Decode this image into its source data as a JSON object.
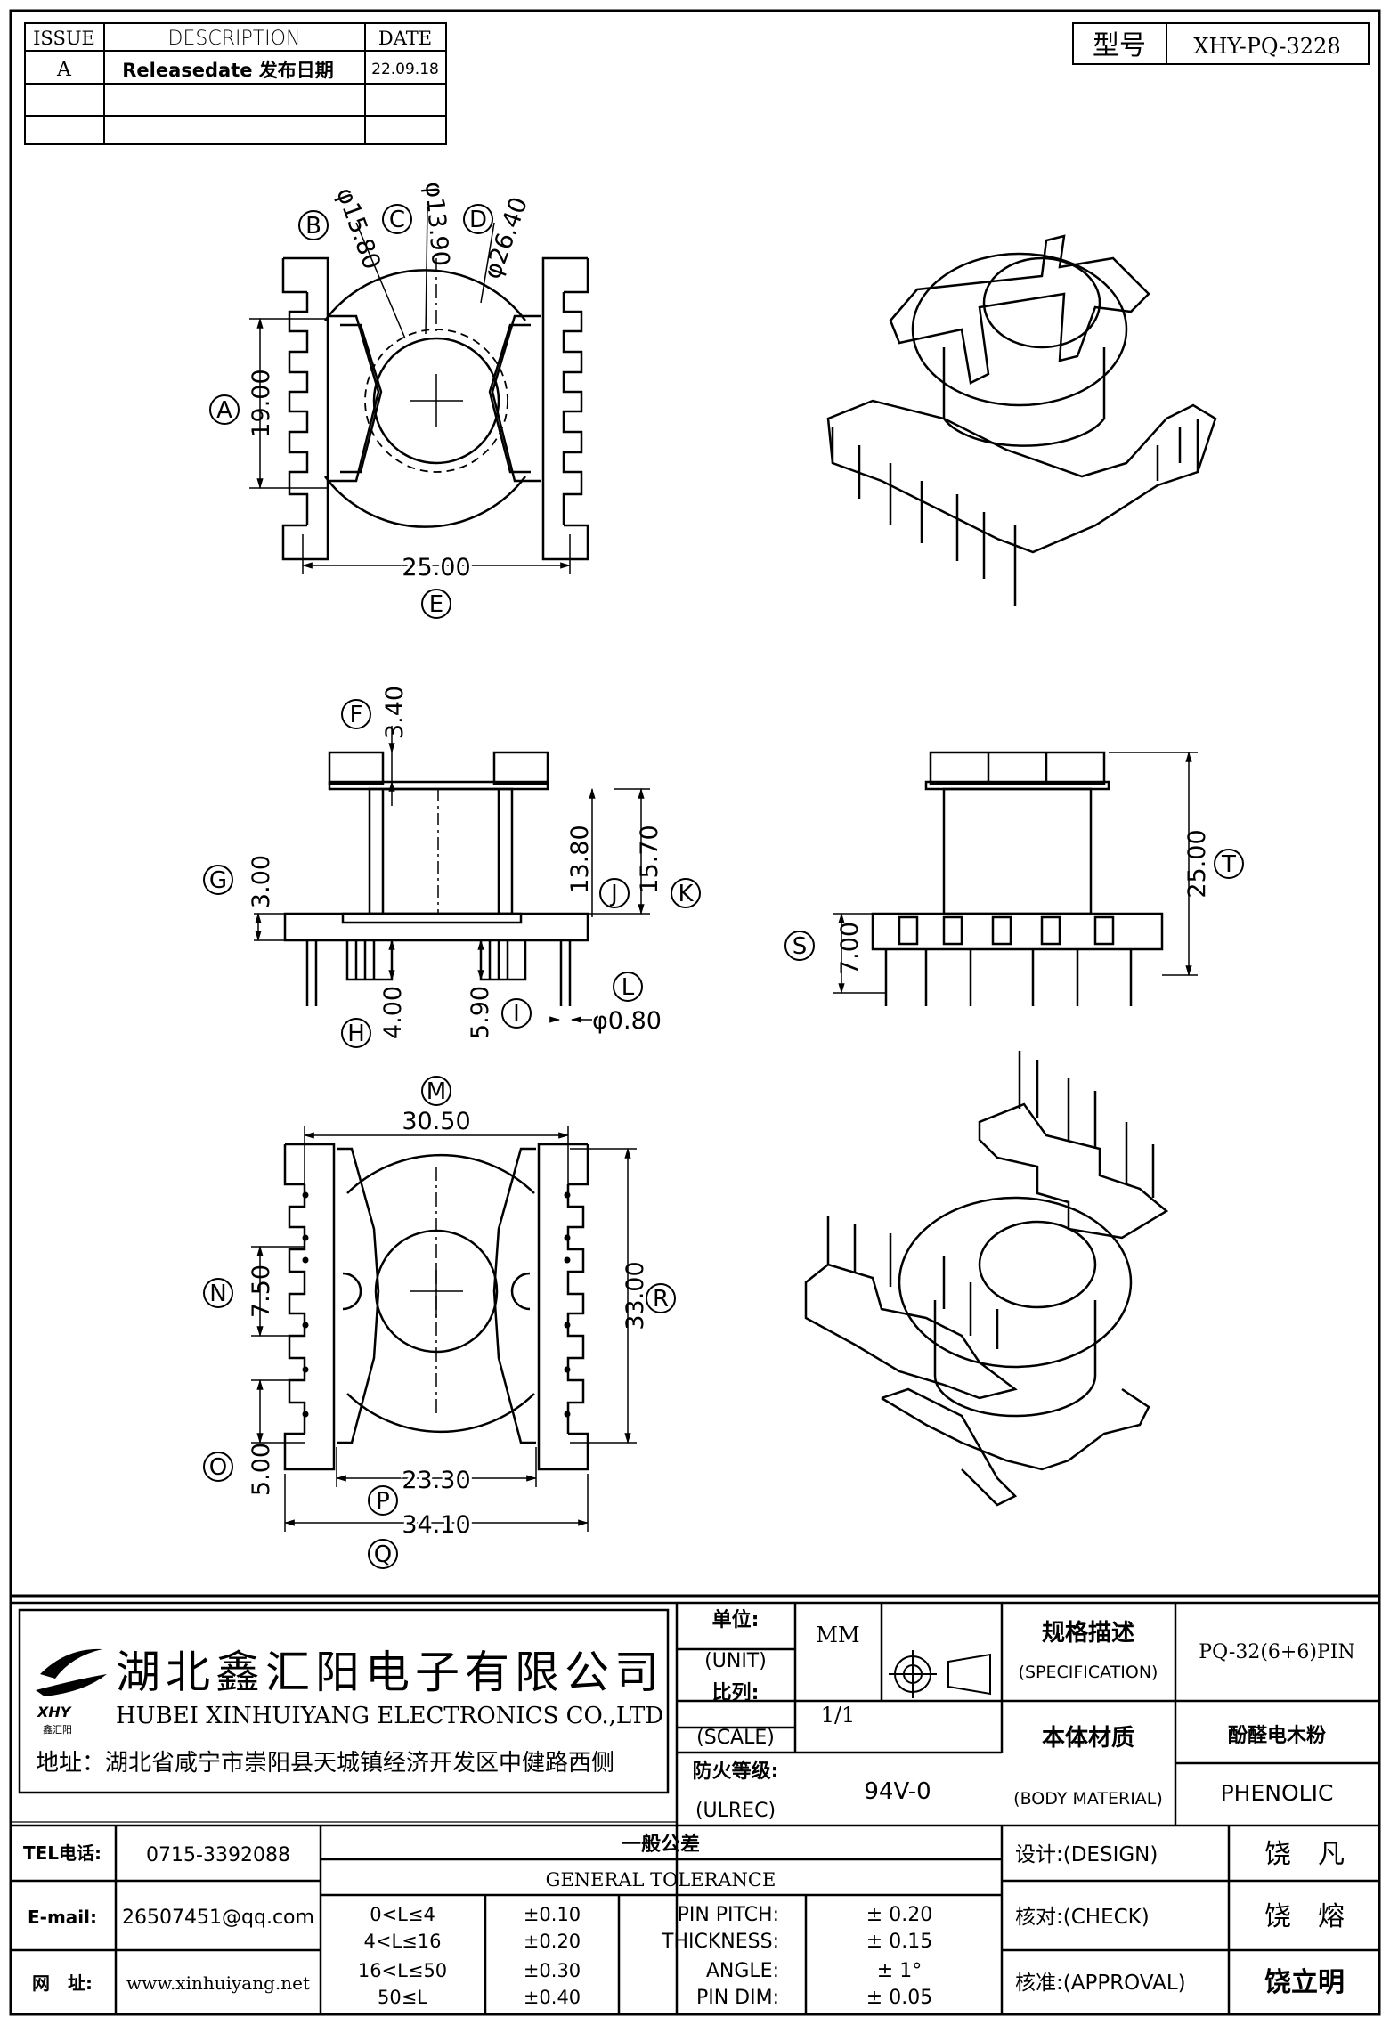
{
  "revision_table": {
    "headers": [
      "ISSUE",
      "DESCRIPTION",
      "DATE"
    ],
    "rows": [
      [
        "A",
        "Releasedate 发布日期",
        "22.09.18"
      ],
      [
        "",
        "",
        ""
      ],
      [
        "",
        "",
        ""
      ]
    ]
  },
  "model": {
    "label": "型号",
    "value": "XHY-PQ-3228"
  },
  "dimensions": {
    "top_view": {
      "A": "19.00",
      "B": "φ15.80",
      "C": "φ13.90",
      "D": "φ26.40",
      "E": "25.00"
    },
    "side_view": {
      "F": "3.40",
      "G": "3.00",
      "H": "4.00",
      "I": "5.90",
      "J": "13.80",
      "K": "15.70",
      "L": "φ0.80"
    },
    "front_view": {
      "S": "7.00",
      "T": "25.00"
    },
    "bottom_view": {
      "M": "30.50",
      "N": "7.50",
      "O": "5.00",
      "P": "23.30",
      "Q": "34.10",
      "R": "33.00"
    }
  },
  "company": {
    "logo_text": "XHY",
    "logo_sub": "鑫汇阳",
    "name_cn": "湖北鑫汇阳电子有限公司",
    "name_en": "HUBEI XINHUIYANG ELECTRONICS CO.,LTD",
    "address": "地址：湖北省咸宁市崇阳县天城镇经济开发区中健路西侧",
    "tel_label": "TEL电话:",
    "tel": "0715-3392088",
    "email_label": "E-mail:",
    "email": "26507451@qq.com",
    "web_label": "网　址:",
    "web": "www.xinhuiyang.net"
  },
  "title_block": {
    "unit_label": "单位:",
    "unit_label_en": "(UNIT)",
    "unit": "MM",
    "scale_label": "比列:",
    "scale_label_en": "(SCALE)",
    "scale": "1/1",
    "ulrec_label": "防火等级:",
    "ulrec_label_en": "(ULREC)",
    "ulrec": "94V-0",
    "spec_label": "规格描述",
    "spec_label_en": "(SPECIFICATION)",
    "spec": "PQ-32(6+6)PIN",
    "material_label": "本体材质",
    "material_label_en": "(BODY MATERIAL)",
    "material_cn": "酚醛电木粉",
    "material": "PHENOLIC",
    "design_label": "设计:(DESIGN)",
    "design": "饶　凡",
    "check_label": "核对:(CHECK)",
    "check": "饶　熔",
    "approval_label": "核准:(APPROVAL)",
    "approval": "饶立明"
  },
  "tolerance": {
    "title_cn": "一般公差",
    "title_en": "GENERAL TOLERANCE",
    "ranges": [
      [
        "0<L≤4",
        "±0.10"
      ],
      [
        "4<L≤16",
        "±0.20"
      ],
      [
        "16<L≤50",
        "±0.30"
      ],
      [
        "50≤L",
        "±0.40"
      ]
    ],
    "items": [
      [
        "PIN PITCH:",
        "± 0.20"
      ],
      [
        "THICKNESS:",
        "± 0.15"
      ],
      [
        "ANGLE:",
        "± 1°"
      ],
      [
        "PIN DIM:",
        "± 0.05"
      ]
    ]
  }
}
